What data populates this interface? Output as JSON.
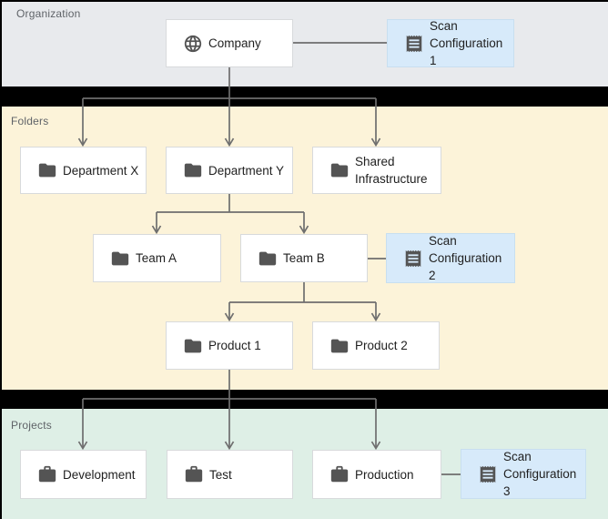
{
  "sections": {
    "organization": {
      "label": "Organization",
      "bg": "#e8eaed"
    },
    "folders": {
      "label": "Folders",
      "bg": "#fcf3d9"
    },
    "projects": {
      "label": "Projects",
      "bg": "#deefe6"
    }
  },
  "nodes": {
    "company": {
      "label": "Company",
      "icon": "globe-icon"
    },
    "department_x": {
      "label": "Department X",
      "icon": "folder-icon"
    },
    "department_y": {
      "label": "Department Y",
      "icon": "folder-icon"
    },
    "shared_infrastructure": {
      "label": "Shared Infrastructure",
      "icon": "folder-icon"
    },
    "team_a": {
      "label": "Team A",
      "icon": "folder-icon"
    },
    "team_b": {
      "label": "Team B",
      "icon": "folder-icon"
    },
    "product_1": {
      "label": "Product 1",
      "icon": "folder-icon"
    },
    "product_2": {
      "label": "Product 2",
      "icon": "folder-icon"
    },
    "development": {
      "label": "Development",
      "icon": "briefcase-icon"
    },
    "test": {
      "label": "Test",
      "icon": "briefcase-icon"
    },
    "production": {
      "label": "Production",
      "icon": "briefcase-icon"
    }
  },
  "scan_configs": {
    "scan_1": {
      "label": "Scan Configuration 1",
      "icon": "receipt-icon"
    },
    "scan_2": {
      "label": "Scan Configuration 2",
      "icon": "receipt-icon"
    },
    "scan_3": {
      "label": "Scan Configuration 3",
      "icon": "receipt-icon"
    }
  },
  "hierarchy": {
    "edges": [
      [
        "Company",
        "Department X"
      ],
      [
        "Company",
        "Department Y"
      ],
      [
        "Company",
        "Shared Infrastructure"
      ],
      [
        "Department Y",
        "Team A"
      ],
      [
        "Department Y",
        "Team B"
      ],
      [
        "Team B",
        "Product 1"
      ],
      [
        "Team B",
        "Product 2"
      ],
      [
        "Product 1",
        "Development"
      ],
      [
        "Product 1",
        "Test"
      ],
      [
        "Product 1",
        "Production"
      ]
    ],
    "scan_config_attachments": [
      [
        "Scan Configuration 1",
        "Company"
      ],
      [
        "Scan Configuration 2",
        "Team B"
      ],
      [
        "Scan Configuration 3",
        "Production"
      ]
    ]
  },
  "colors": {
    "org_bg": "#e8eaed",
    "folders_bg": "#fcf3d9",
    "projects_bg": "#deefe6",
    "scan_config_bg": "#d7eafa",
    "scan_config_border": "#c8dff0",
    "node_border": "#d8dadc",
    "connector": "#6e6e6e",
    "separator": "#000000",
    "icon": "#545454",
    "label_text": "#1f1f1f",
    "section_label_text": "#5f6368"
  }
}
